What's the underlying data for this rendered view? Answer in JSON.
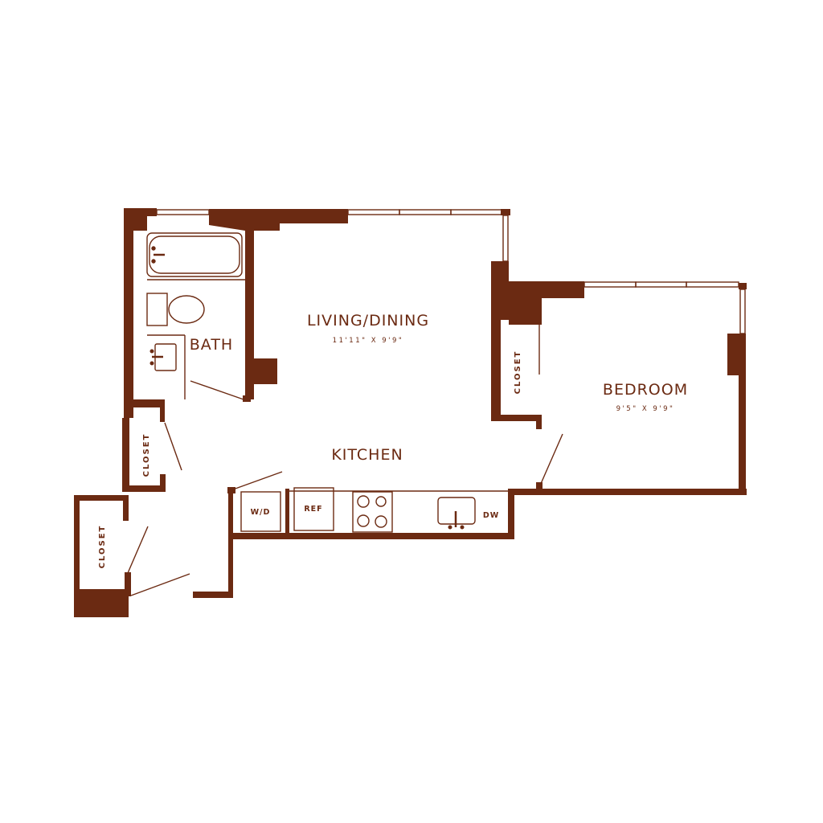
{
  "colors": {
    "wall": "#6b2a12",
    "background": "#ffffff"
  },
  "rooms": {
    "living": {
      "label": "LIVING/DINING",
      "dimensions": "11'11\" X 9'9\""
    },
    "bedroom": {
      "label": "BEDROOM",
      "dimensions": "9'5\" X 9'9\""
    },
    "bath": {
      "label": "BATH"
    },
    "kitchen": {
      "label": "KITCHEN"
    }
  },
  "closets": {
    "bedroom": "CLOSET",
    "hall": "CLOSET",
    "entry": "CLOSET"
  },
  "appliances": {
    "washer_dryer": "W/D",
    "refrigerator": "REF",
    "dishwasher": "DW"
  },
  "fixtures": [
    "bathtub-icon",
    "toilet-icon",
    "bath-sink-icon",
    "cooktop-icon",
    "kitchen-sink-icon"
  ]
}
